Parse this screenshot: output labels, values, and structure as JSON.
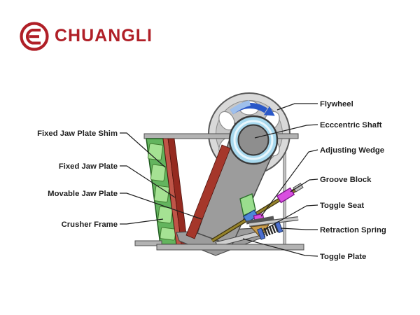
{
  "brand": {
    "name": "CHUANGLI",
    "logo_color": "#b01f27",
    "logo_icon": "circular-e-monogram"
  },
  "diagram": {
    "subject": "jaw-crusher-cross-section",
    "left_labels": [
      "Fixed Jaw Plate Shim",
      "Fixed Jaw Plate",
      "Movable Jaw Plate",
      "Crusher Frame"
    ],
    "right_labels": [
      "Flywheel",
      "Ecccentric Shaft",
      "Adjusting Wedge",
      "Groove Block",
      "Toggle Seat",
      "Retraction Spring",
      "Toggle Plate"
    ],
    "icons": [
      "rotation-arrow-icon"
    ],
    "colors": {
      "frame_green": "#63b45e",
      "liner_light_green": "#a5e293",
      "jaw_plate_red": "#952a20",
      "shim_red": "#c05548",
      "steel_gray": "#9c9c9c",
      "flywheel_gray": "#cccccc",
      "shaft_blue": "#a8d9ee",
      "wedge_magenta": "#d94fe0",
      "toggle_blue": "#4d87d9",
      "rod_olive": "#96832a",
      "seat_tan": "#c79b4b",
      "arrow_blue": "#2a58c8",
      "label_ink": "#1f1f1f"
    }
  }
}
